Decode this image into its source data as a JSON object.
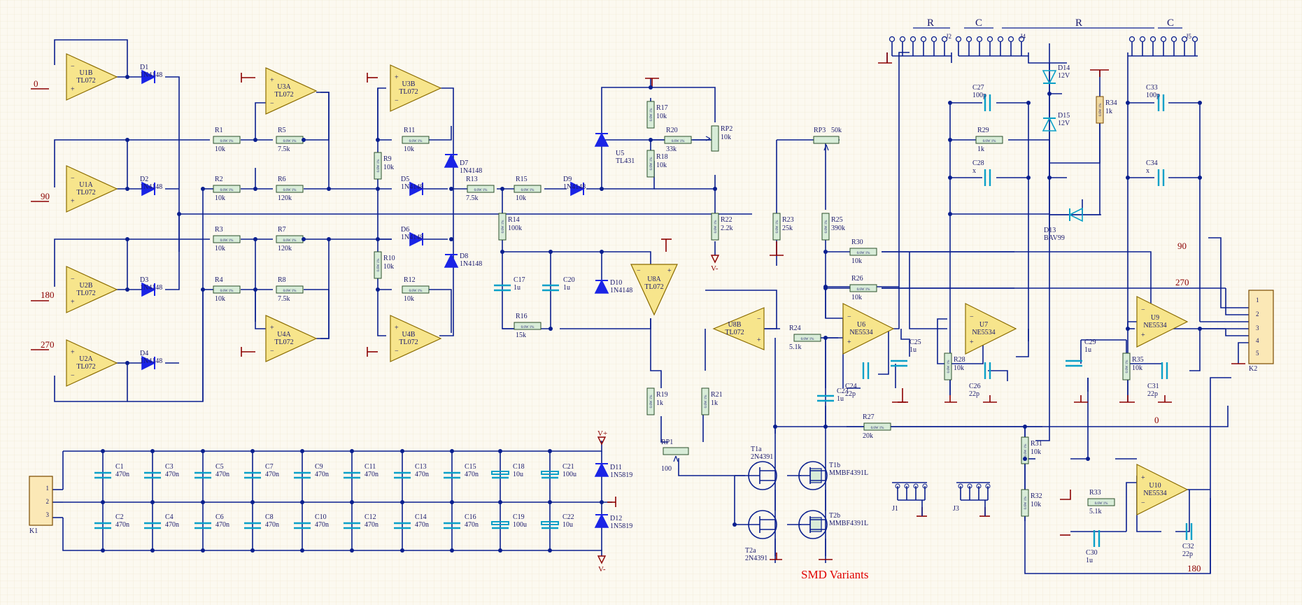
{
  "net_labels": {
    "n0": "0",
    "n90": "90",
    "n180": "180",
    "n270": "270",
    "right90": "90",
    "right270": "270",
    "right0": "0",
    "right180": "180"
  },
  "headers": {
    "h1": "R",
    "h2": "C",
    "h3": "R",
    "h4": "C"
  },
  "smd_text": "SMD Variants",
  "opamps": [
    {
      "id": "U1B",
      "part": "TL072"
    },
    {
      "id": "U1A",
      "part": "TL072"
    },
    {
      "id": "U2B",
      "part": "TL072"
    },
    {
      "id": "U2A",
      "part": "TL072"
    },
    {
      "id": "U3A",
      "part": "TL072"
    },
    {
      "id": "U4A",
      "part": "TL072"
    },
    {
      "id": "U3B",
      "part": "TL072"
    },
    {
      "id": "U4B",
      "part": "TL072"
    },
    {
      "id": "U8A",
      "part": "TL072"
    },
    {
      "id": "U8B",
      "part": "TL072"
    },
    {
      "id": "U6",
      "part": "NE5534"
    },
    {
      "id": "U7",
      "part": "NE5534"
    },
    {
      "id": "U9",
      "part": "NE5534"
    },
    {
      "id": "U10",
      "part": "NE5534"
    }
  ],
  "resistors": [
    {
      "ref": "R1",
      "val": "10k"
    },
    {
      "ref": "R2",
      "val": "10k"
    },
    {
      "ref": "R3",
      "val": "10k"
    },
    {
      "ref": "R4",
      "val": "10k"
    },
    {
      "ref": "R5",
      "val": "7.5k"
    },
    {
      "ref": "R6",
      "val": "120k"
    },
    {
      "ref": "R7",
      "val": "120k"
    },
    {
      "ref": "R8",
      "val": "7.5k"
    },
    {
      "ref": "R9",
      "val": "10k"
    },
    {
      "ref": "R10",
      "val": "10k"
    },
    {
      "ref": "R11",
      "val": "10k"
    },
    {
      "ref": "R12",
      "val": "10k"
    },
    {
      "ref": "R13",
      "val": "7.5k"
    },
    {
      "ref": "R14",
      "val": "100k"
    },
    {
      "ref": "R15",
      "val": "10k"
    },
    {
      "ref": "R16",
      "val": "15k"
    },
    {
      "ref": "R17",
      "val": "10k"
    },
    {
      "ref": "R18",
      "val": "10k"
    },
    {
      "ref": "R19",
      "val": "1k"
    },
    {
      "ref": "R20",
      "val": "33k"
    },
    {
      "ref": "R21",
      "val": "1k"
    },
    {
      "ref": "R22",
      "val": "2.2k"
    },
    {
      "ref": "R23",
      "val": "25k"
    },
    {
      "ref": "R24",
      "val": "5.1k"
    },
    {
      "ref": "R25",
      "val": "390k"
    },
    {
      "ref": "R26",
      "val": "10k"
    },
    {
      "ref": "R27",
      "val": "20k"
    },
    {
      "ref": "R28",
      "val": "10k"
    },
    {
      "ref": "R29",
      "val": "1k"
    },
    {
      "ref": "R30",
      "val": "10k"
    },
    {
      "ref": "R31",
      "val": "10k"
    },
    {
      "ref": "R32",
      "val": "10k"
    },
    {
      "ref": "R33",
      "val": "5.1k"
    },
    {
      "ref": "R34",
      "val": "1k"
    },
    {
      "ref": "R35",
      "val": "10k"
    }
  ],
  "res_body_text": "0.6W 1%",
  "pots": [
    {
      "ref": "RP1",
      "val": "100"
    },
    {
      "ref": "RP2",
      "val": "10k"
    },
    {
      "ref": "RP3",
      "val": "50k"
    }
  ],
  "diodes": [
    {
      "ref": "D1",
      "part": "1N4148"
    },
    {
      "ref": "D2",
      "part": "1N4148"
    },
    {
      "ref": "D3",
      "part": "1N4148"
    },
    {
      "ref": "D4",
      "part": "1N4148"
    },
    {
      "ref": "D5",
      "part": "1N4148"
    },
    {
      "ref": "D6",
      "part": "1N4148"
    },
    {
      "ref": "D7",
      "part": "1N4148"
    },
    {
      "ref": "D8",
      "part": "1N4148"
    },
    {
      "ref": "D9",
      "part": "1N4148"
    },
    {
      "ref": "D10",
      "part": "1N4148"
    },
    {
      "ref": "D11",
      "part": "1N5819"
    },
    {
      "ref": "D12",
      "part": "1N5819"
    },
    {
      "ref": "D13",
      "part": "BAV99"
    },
    {
      "ref": "D14",
      "part": "12V"
    },
    {
      "ref": "D15",
      "part": "12V"
    },
    {
      "ref": "U5",
      "part": "TL431"
    }
  ],
  "caps": [
    {
      "ref": "C1",
      "val": "470n"
    },
    {
      "ref": "C2",
      "val": "470n"
    },
    {
      "ref": "C3",
      "val": "470n"
    },
    {
      "ref": "C4",
      "val": "470n"
    },
    {
      "ref": "C5",
      "val": "470n"
    },
    {
      "ref": "C6",
      "val": "470n"
    },
    {
      "ref": "C7",
      "val": "470n"
    },
    {
      "ref": "C8",
      "val": "470n"
    },
    {
      "ref": "C9",
      "val": "470n"
    },
    {
      "ref": "C10",
      "val": "470n"
    },
    {
      "ref": "C11",
      "val": "470n"
    },
    {
      "ref": "C12",
      "val": "470n"
    },
    {
      "ref": "C13",
      "val": "470n"
    },
    {
      "ref": "C14",
      "val": "470n"
    },
    {
      "ref": "C15",
      "val": "470n"
    },
    {
      "ref": "C16",
      "val": "470n"
    },
    {
      "ref": "C17",
      "val": "1u"
    },
    {
      "ref": "C18",
      "val": "10u"
    },
    {
      "ref": "C19",
      "val": "100u"
    },
    {
      "ref": "C20",
      "val": "1u"
    },
    {
      "ref": "C21",
      "val": "100u"
    },
    {
      "ref": "C22",
      "val": "10u"
    },
    {
      "ref": "C23",
      "val": "1u"
    },
    {
      "ref": "C24",
      "val": "22p"
    },
    {
      "ref": "C25",
      "val": "1u"
    },
    {
      "ref": "C26",
      "val": "22p"
    },
    {
      "ref": "C27",
      "val": "100p"
    },
    {
      "ref": "C28",
      "val": "x"
    },
    {
      "ref": "C29",
      "val": "1u"
    },
    {
      "ref": "C30",
      "val": "1u"
    },
    {
      "ref": "C31",
      "val": "22p"
    },
    {
      "ref": "C32",
      "val": "22p"
    },
    {
      "ref": "C33",
      "val": "100p"
    },
    {
      "ref": "C34",
      "val": "x"
    }
  ],
  "transistors": [
    {
      "ref": "T1a",
      "part": "2N4391"
    },
    {
      "ref": "T2a",
      "part": "2N4391"
    },
    {
      "ref": "T1b",
      "part": "MMBF4391L"
    },
    {
      "ref": "T2b",
      "part": "MMBF4391L"
    }
  ],
  "connectors": {
    "k1": "K1",
    "k2": "K2",
    "j1": "J1",
    "j2": "J2",
    "j3": "J3",
    "j4": "J4",
    "j5": "J5"
  },
  "power": {
    "vplus": "V+",
    "vminus": "V-",
    "vminus2": "V-"
  },
  "colors": {
    "wire": "#0a1f8f",
    "opamp_fill": "#f7e58c",
    "capacitor": "#0aa0c8",
    "diode": "#1a24e6",
    "net": "#8b0000",
    "background": "#fcf9f0",
    "smd": "#e00000"
  }
}
